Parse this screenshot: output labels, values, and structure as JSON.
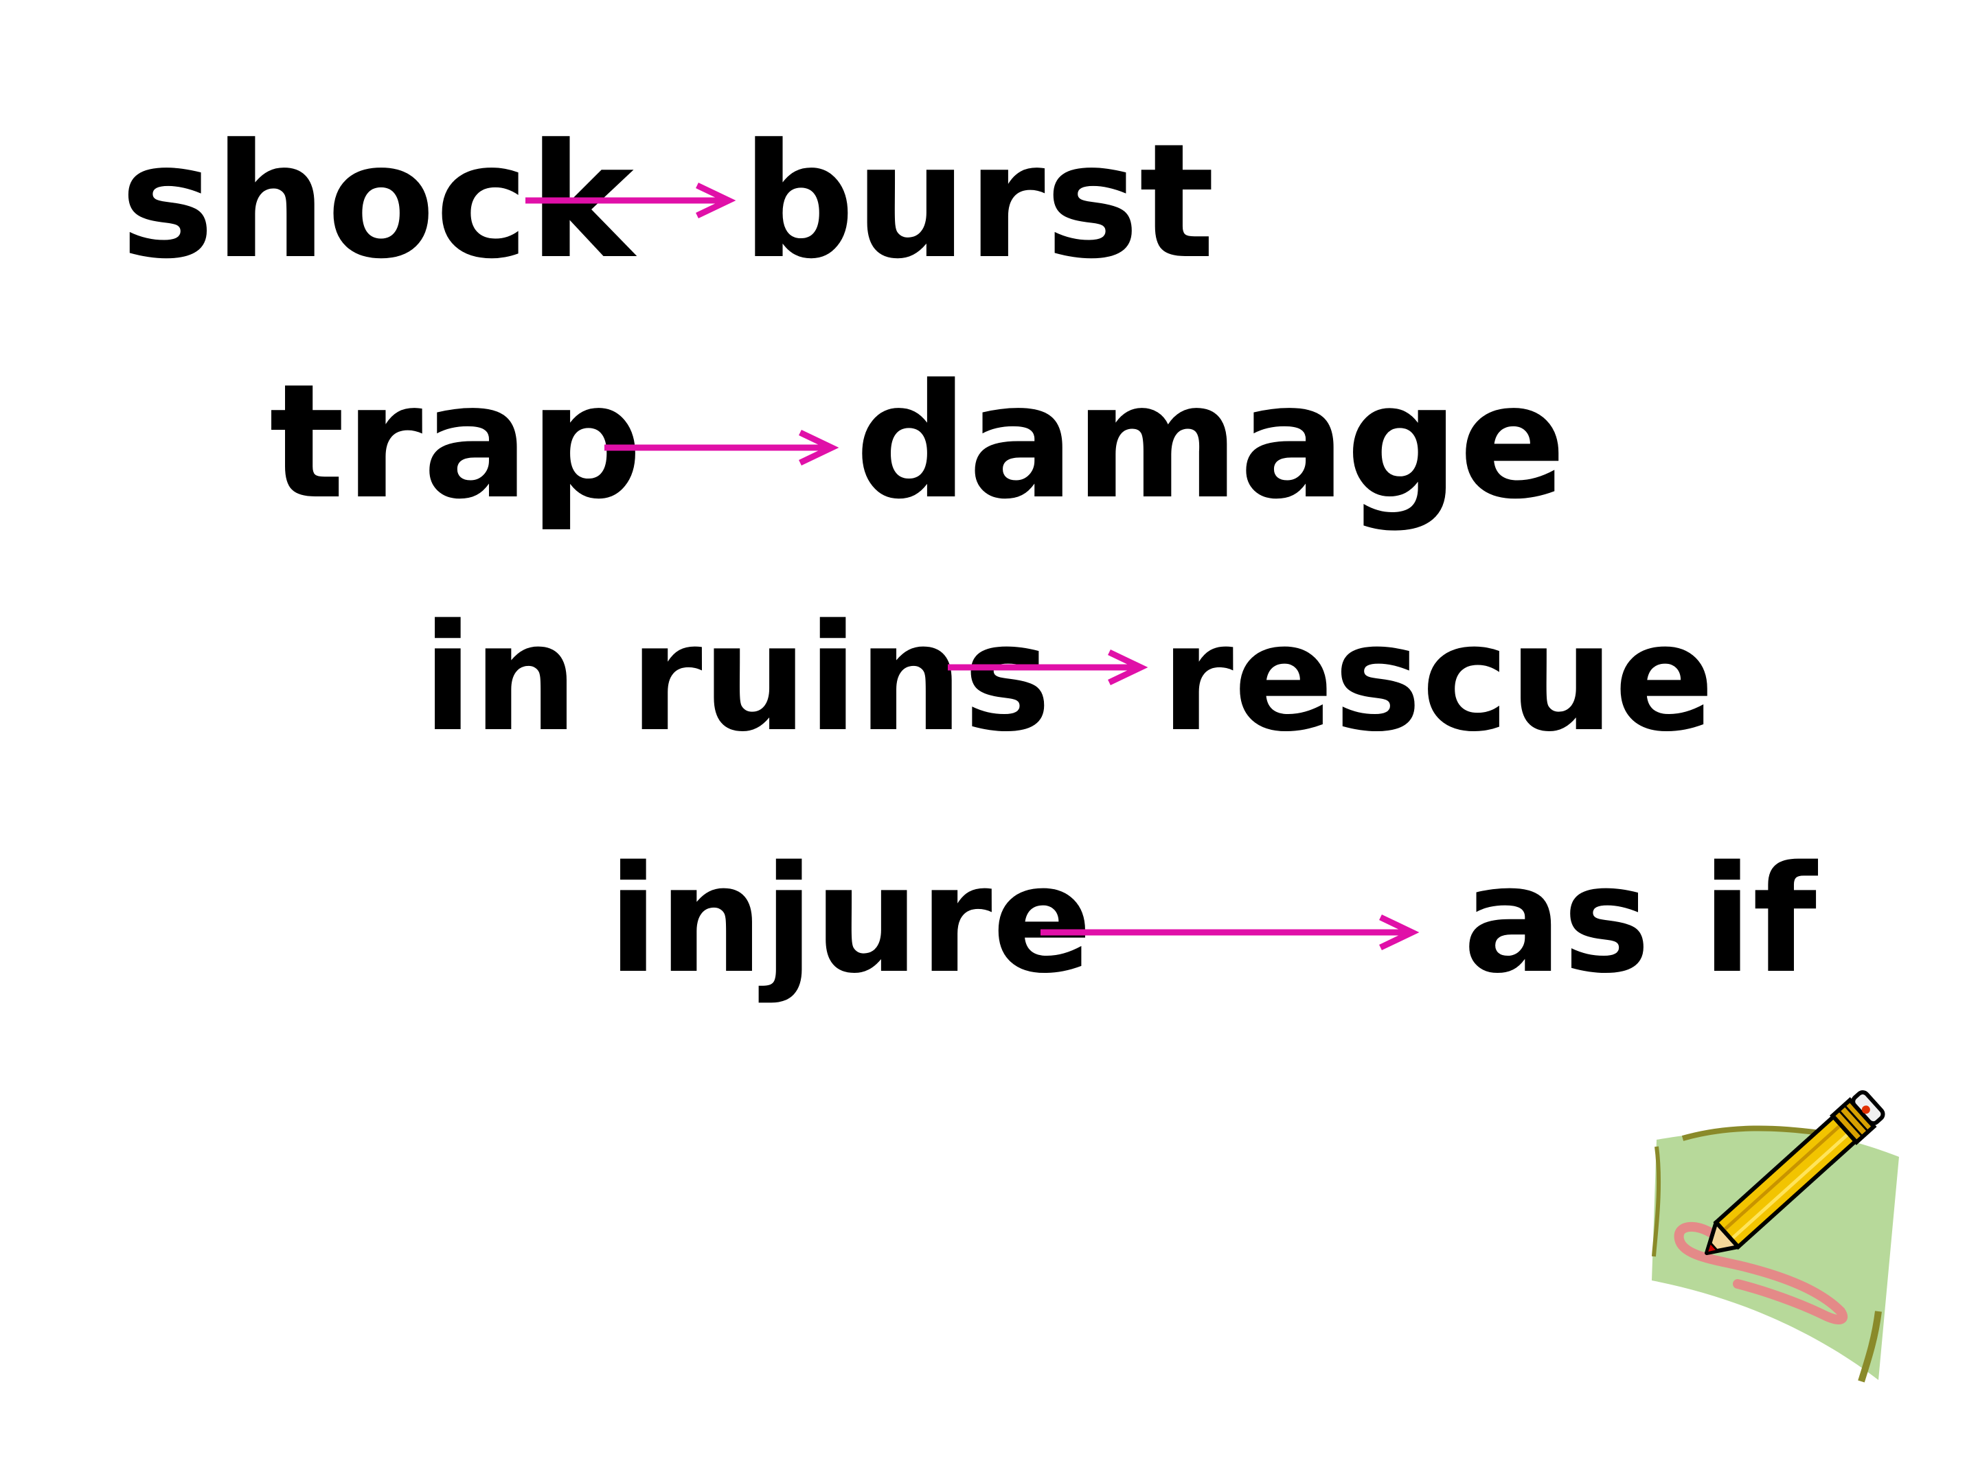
{
  "slide": {
    "accent_color": "#e010a8",
    "rows": [
      {
        "left": "shock",
        "right": "burst"
      },
      {
        "left": "trap",
        "right": "damage"
      },
      {
        "left": "in ruins",
        "right": "rescue"
      },
      {
        "left": "injure",
        "right": "as if"
      }
    ],
    "clipart_icon": "pencil-writing-icon"
  }
}
